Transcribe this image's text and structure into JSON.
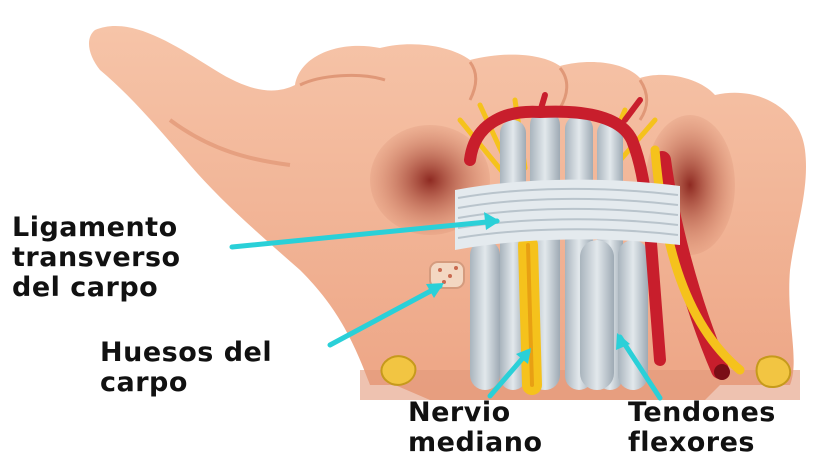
{
  "labels": {
    "ligamento": [
      "Ligamento",
      "transverso",
      "del carpo"
    ],
    "huesos": [
      "Huesos del",
      "carpo"
    ],
    "nervio": [
      "Nervio",
      "mediano"
    ],
    "tendones": [
      "Tendones",
      "flexores"
    ]
  },
  "colors": {
    "skin": "#f2b496",
    "skin_shadow": "#d8896a",
    "muscle": "#b5483a",
    "tendon": "#c9d1d8",
    "ligament": "#e4eaee",
    "nerve": "#f5c21c",
    "artery": "#c81e2c",
    "pointer": "#2ad0d8"
  }
}
